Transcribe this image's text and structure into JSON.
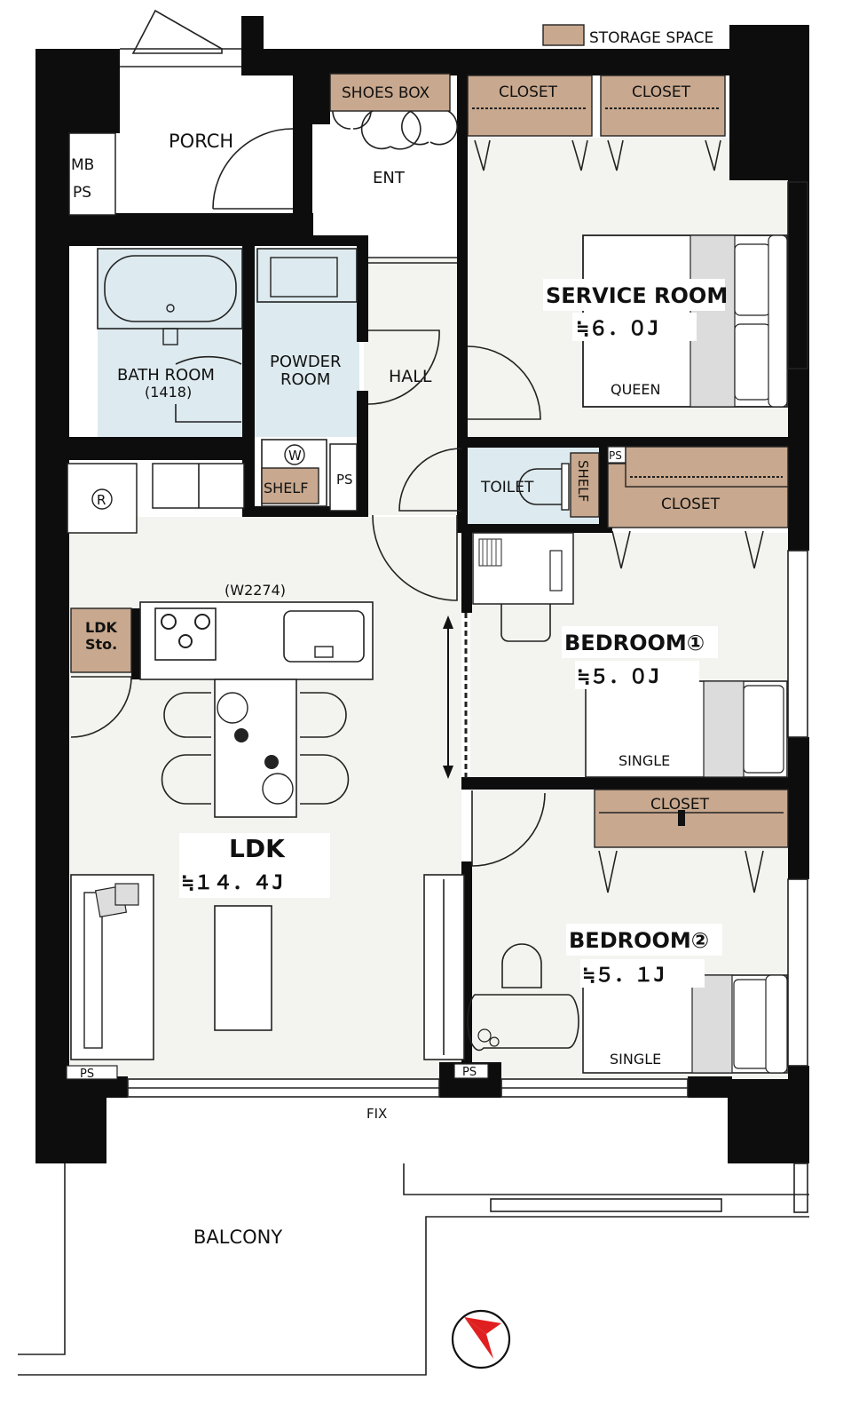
{
  "legend": {
    "storage_label": "STORAGE SPACE",
    "storage_color": "#c8a88e"
  },
  "colors": {
    "floor": "#f3f3ef",
    "wet_area": "#ddeaef",
    "wall": "#0d0d0d"
  },
  "rooms": {
    "porch": "PORCH",
    "mb": "MB",
    "ps_porch": "PS",
    "shoes_box": "SHOES BOX",
    "ent": "ENT",
    "closet_service_1": "CLOSET",
    "closet_service_2": "CLOSET",
    "service_room": {
      "name": "SERVICE ROOM",
      "size": "≒６．０J",
      "bed": "QUEEN"
    },
    "bath_room": {
      "name": "BATH ROOM",
      "size": "(1418)"
    },
    "powder_room": {
      "line1": "POWDER",
      "line2": "ROOM",
      "washer": "W",
      "shelf": "SHELF"
    },
    "ps_powder": "PS",
    "hall": "HALL",
    "toilet": {
      "name": "TOILET",
      "shelf": "SHELF"
    },
    "ps_toilet": "PS",
    "closet_bed1": "CLOSET",
    "fridge": "R",
    "kitchen_width": "(W2274)",
    "ldk_storage": {
      "line1": "LDK",
      "line2": "Sto."
    },
    "bedroom1": {
      "name": "BEDROOM①",
      "size": "≒５．０J",
      "bed": "SINGLE"
    },
    "closet_bed2": "CLOSET",
    "ldk": {
      "name": "LDK",
      "size": "≒１４．４J"
    },
    "bedroom2": {
      "name": "BEDROOM②",
      "size": "≒５．１J",
      "bed": "SINGLE"
    },
    "ps_ldk": "PS",
    "ps_bed2": "PS",
    "fix": "FIX",
    "balcony": "BALCONY"
  },
  "compass": {
    "icon": "north-arrow-icon",
    "color": "#e02020"
  }
}
